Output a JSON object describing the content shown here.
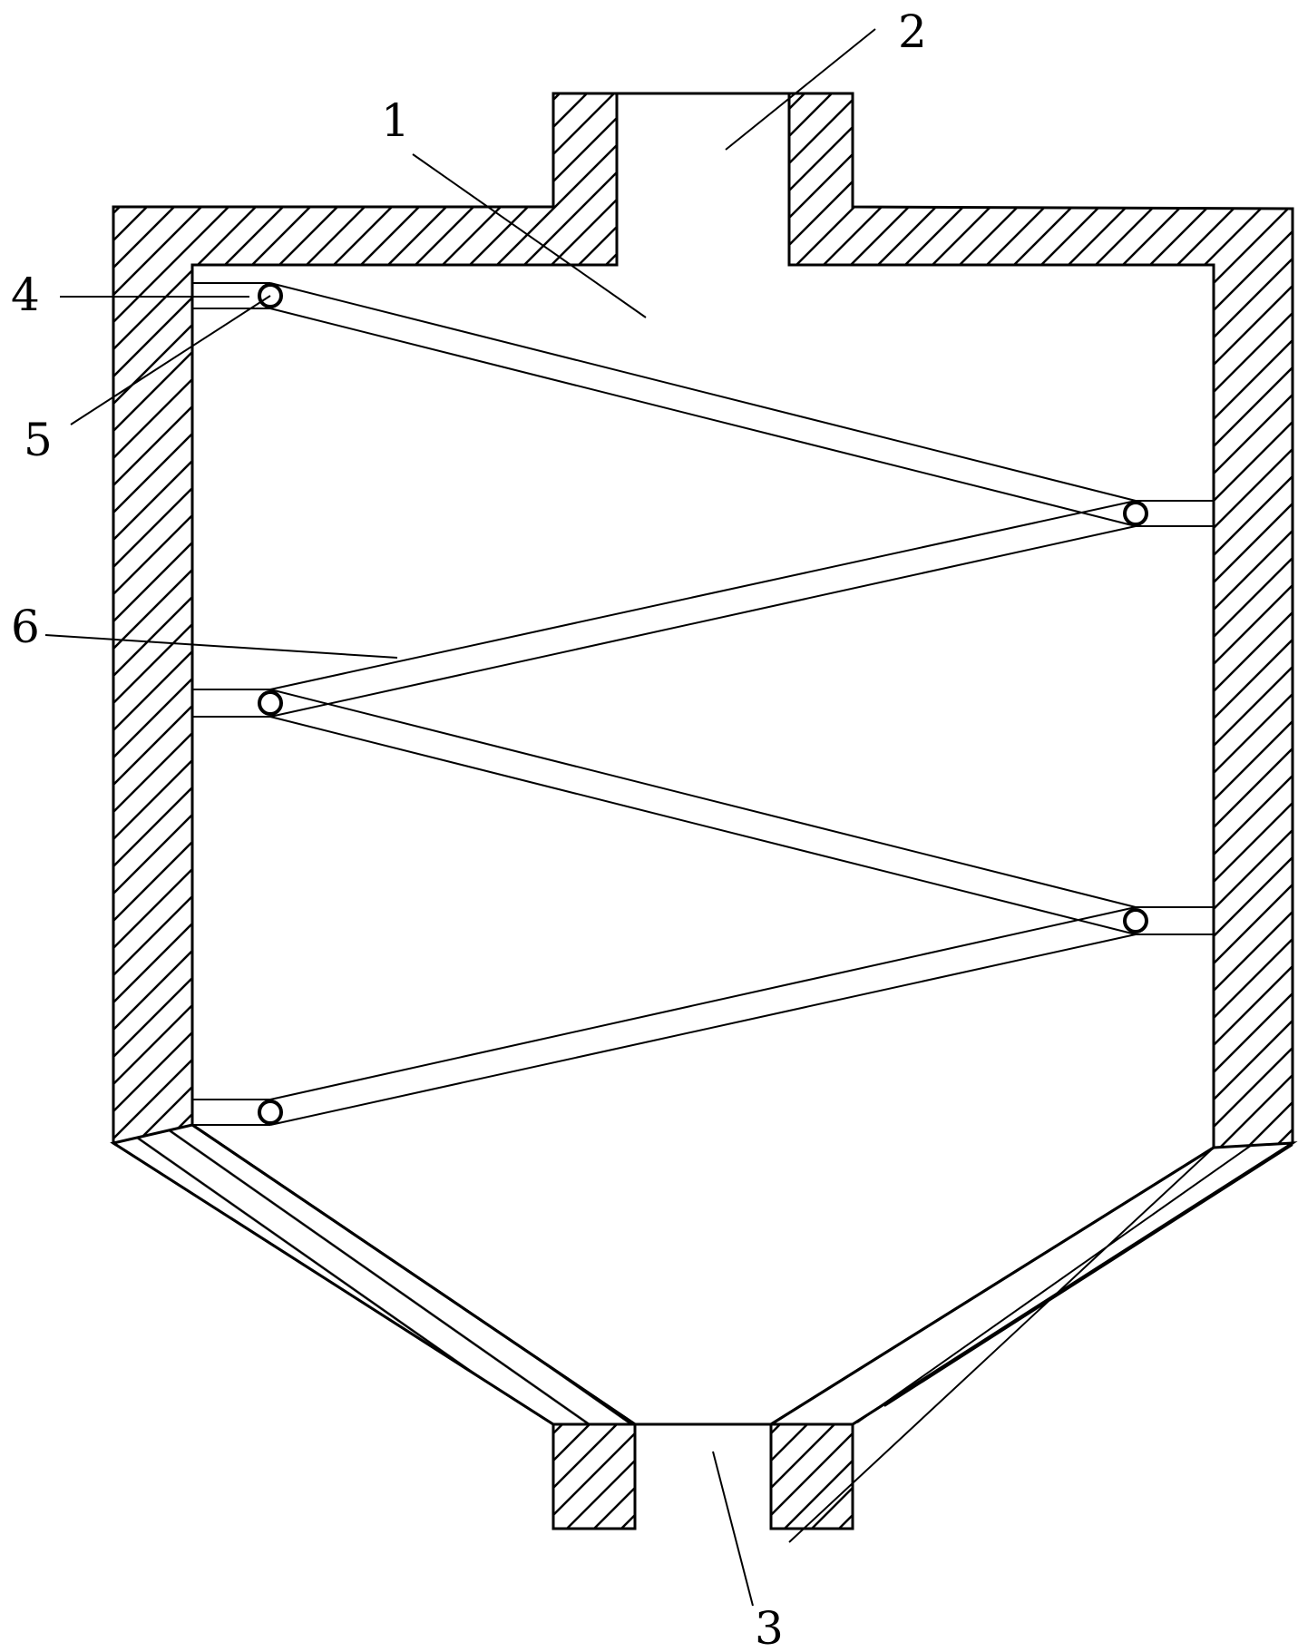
{
  "labels": {
    "inner_chamber": "1",
    "inlet": "2",
    "outlet": "3",
    "bracket": "4",
    "hinge": "5",
    "baffle": "6"
  }
}
